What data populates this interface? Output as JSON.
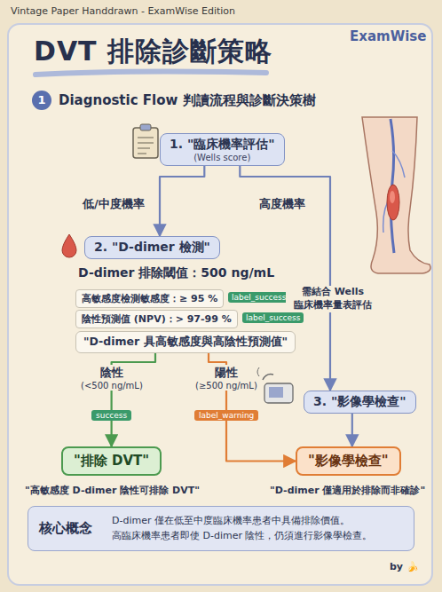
{
  "diagram": {
    "title": "DVT 排除診斷策略",
    "nodes": [
      {
        "text": [
          "1"
        ]
      },
      {
        "text": [
          "1. \"臨床機率評估\"",
          "(Wells score)"
        ]
      },
      {
        "text": [
          "2. \"D-dimer 檢測\""
        ]
      },
      {
        "text": [
          "高敏感度檢測敏感度：≥ 95 %"
        ]
      },
      {
        "text": [
          "label_success"
        ]
      },
      {
        "text": [
          "陰性預測值 (NPV)：> 97-99 %"
        ]
      },
      {
        "text": [
          "label_success"
        ]
      },
      {
        "text": [
          "\"D-dimer 具高敏感度與高陰性預測值\""
        ]
      },
      {
        "text": [
          "3. \"影像學檢查\""
        ]
      },
      {
        "text": [
          "\"排除 DVT\""
        ]
      },
      {
        "text": [
          "\"影像學檢查\""
        ]
      },
      {
        "text": [
          "核心概念",
          "D-dimer 僅在低至中度臨床機率患者中具備排除價值。 高臨床機率患者即使 D-dimer 陰性，仍須進行影像學檢查。"
        ]
      }
    ],
    "edges": [
      {
        "from": 1,
        "to": 2,
        "arrow": "to",
        "label": "低/中度機率"
      },
      {
        "from": 1,
        "to": 8,
        "arrow": "to",
        "label": "高度機率"
      },
      {
        "from": 7,
        "to": 9,
        "arrow": "to",
        "label": "success"
      },
      {
        "from": 7,
        "to": 10,
        "arrow": "to",
        "label": "label_warning"
      },
      {
        "from": 8,
        "to": 10,
        "arrow": "to"
      }
    ],
    "labels": [
      "Vintage Paper Handdrawn - ExamWise Edition",
      "ExamWise",
      "Diagnostic Flow 判讀流程與診斷決策樹",
      "D-dimer 排除閾值：500 ng/mL",
      "需結合 Wells 臨床機率量表評估",
      "陰性",
      "(<500 ng/mL)",
      "陽性",
      "(≥500 ng/mL)",
      "\"高敏感度 D-dimer 陰性可排除 DVT\"",
      "\"D-dimer 僅適用於排除而非確診\"",
      "by 🍌"
    ]
  }
}
